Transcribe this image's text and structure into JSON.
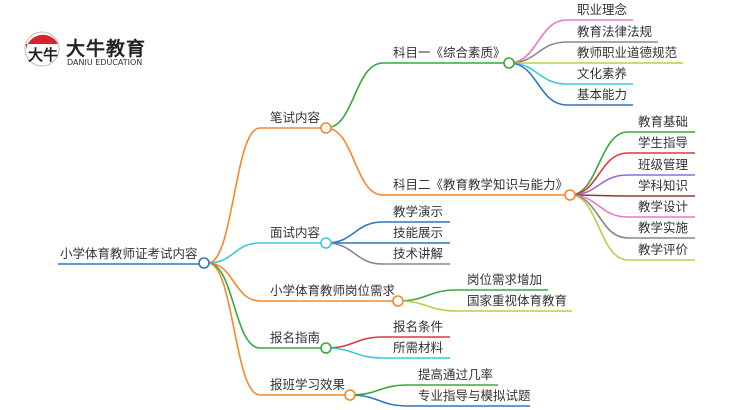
{
  "logo": {
    "name_cn": "大牛教育",
    "name_en": "DANIU EDUCATION",
    "mark": "大牛"
  },
  "mindmap": {
    "root": {
      "label": "小学体育教师证考试内容",
      "color": "#2f78c0"
    },
    "branches": [
      {
        "label": "笔试内容",
        "color": "#f5882a",
        "children": [
          {
            "label": "科目一《综合素质》",
            "color": "#3aa83a",
            "children": [
              {
                "label": "职业理念",
                "color": "#e878c8"
              },
              {
                "label": "教育法律法规",
                "color": "#888888"
              },
              {
                "label": "教师职业道德规范",
                "color": "#c8c84a"
              },
              {
                "label": "文化素养",
                "color": "#3cc8dc"
              },
              {
                "label": "基本能力",
                "color": "#2f78c0"
              }
            ]
          },
          {
            "label": "科目二《教育教学知识与能力》",
            "color": "#f5882a",
            "children": [
              {
                "label": "教育基础",
                "color": "#3aa83a"
              },
              {
                "label": "学生指导",
                "color": "#d83a3a"
              },
              {
                "label": "班级管理",
                "color": "#9b6ad0"
              },
              {
                "label": "学科知识",
                "color": "#8b3a3a"
              },
              {
                "label": "教学设计",
                "color": "#e878c8"
              },
              {
                "label": "教学实施",
                "color": "#888888"
              },
              {
                "label": "教学评价",
                "color": "#c8c84a"
              }
            ]
          }
        ]
      },
      {
        "label": "面试内容",
        "color": "#3cc8dc",
        "children": [
          {
            "label": "教学演示",
            "color": "#2f78c0"
          },
          {
            "label": "技能展示",
            "color": "#2f78c0"
          },
          {
            "label": "技术讲解",
            "color": "#888888"
          }
        ]
      },
      {
        "label": "小学体育教师岗位需求",
        "color": "#f5882a",
        "children": [
          {
            "label": "岗位需求增加",
            "color": "#3aa83a"
          },
          {
            "label": "国家重视体育教育",
            "color": "#c8c84a"
          }
        ]
      },
      {
        "label": "报名指南",
        "color": "#3aa83a",
        "children": [
          {
            "label": "报名条件",
            "color": "#d83a3a"
          },
          {
            "label": "所需材料",
            "color": "#3cc8dc"
          }
        ]
      },
      {
        "label": "报班学习效果",
        "color": "#f5882a",
        "children": [
          {
            "label": "提高通过几率",
            "color": "#3aa83a"
          },
          {
            "label": "专业指导与模拟试题",
            "color": "#2f78c0"
          }
        ]
      }
    ]
  }
}
